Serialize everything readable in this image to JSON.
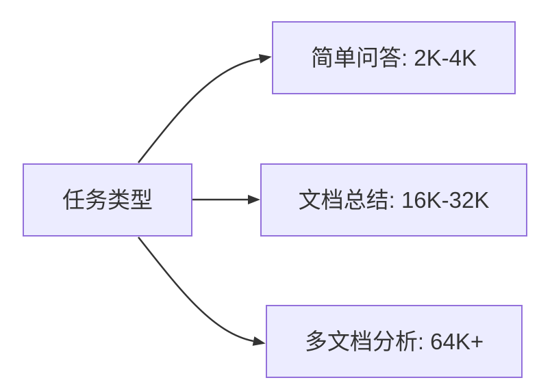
{
  "diagram": {
    "type": "flowchart",
    "direction": "left-to-right",
    "root": {
      "id": "task-type",
      "label": "任务类型"
    },
    "nodes": [
      {
        "id": "simple-qa",
        "label": "简单问答: 2K-4K"
      },
      {
        "id": "doc-summary",
        "label": "文档总结: 16K-32K"
      },
      {
        "id": "multi-doc",
        "label": "多文档分析: 64K+"
      }
    ],
    "edges": [
      {
        "from": "task-type",
        "to": "simple-qa"
      },
      {
        "from": "task-type",
        "to": "doc-summary"
      },
      {
        "from": "task-type",
        "to": "multi-doc"
      }
    ],
    "colors": {
      "node_fill": "#ECECFF",
      "node_border": "#9370DB",
      "edge": "#333333",
      "text": "#333333",
      "background": "#FFFFFF"
    }
  }
}
